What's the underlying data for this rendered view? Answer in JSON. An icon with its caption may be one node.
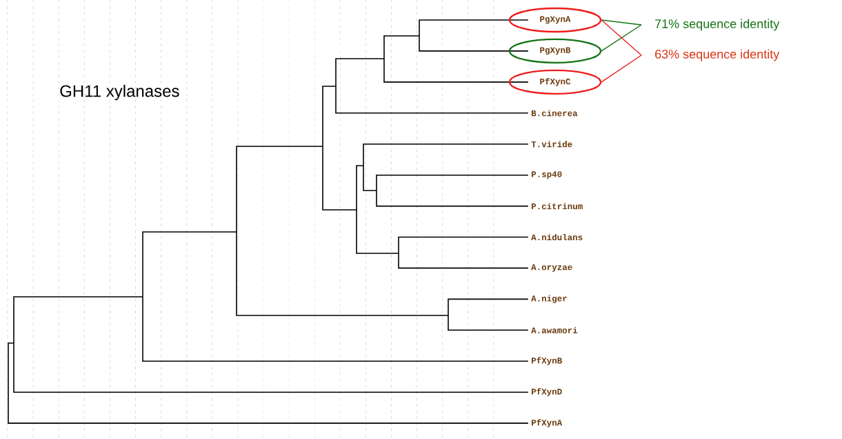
{
  "diagram": {
    "title": "GH11 xylanases",
    "nodes": [
      {
        "text": [
          "PgXynA"
        ]
      },
      {
        "text": [
          "PgXynB"
        ]
      },
      {
        "text": [
          "PfXynC"
        ]
      },
      {
        "text": [
          "71% sequence identity"
        ]
      },
      {
        "text": [
          "63% sequence identity"
        ]
      }
    ],
    "edges": [
      {
        "from": 0,
        "to": 3,
        "arrow": "none",
        "color": "#137313"
      },
      {
        "from": 1,
        "to": 3,
        "arrow": "none",
        "color": "#137313"
      },
      {
        "from": 0,
        "to": 4,
        "arrow": "none",
        "color": "#ee1c1c"
      },
      {
        "from": 2,
        "to": 4,
        "arrow": "none",
        "color": "#ee1c1c"
      }
    ],
    "labels": [
      "B.cinerea",
      "T.viride",
      "P.sp40",
      "P.citrinum",
      "A.nidulans",
      "A.oryzae",
      "A.niger",
      "A.awamori",
      "PfXynB",
      "PfXynD",
      "PfXynA"
    ]
  }
}
